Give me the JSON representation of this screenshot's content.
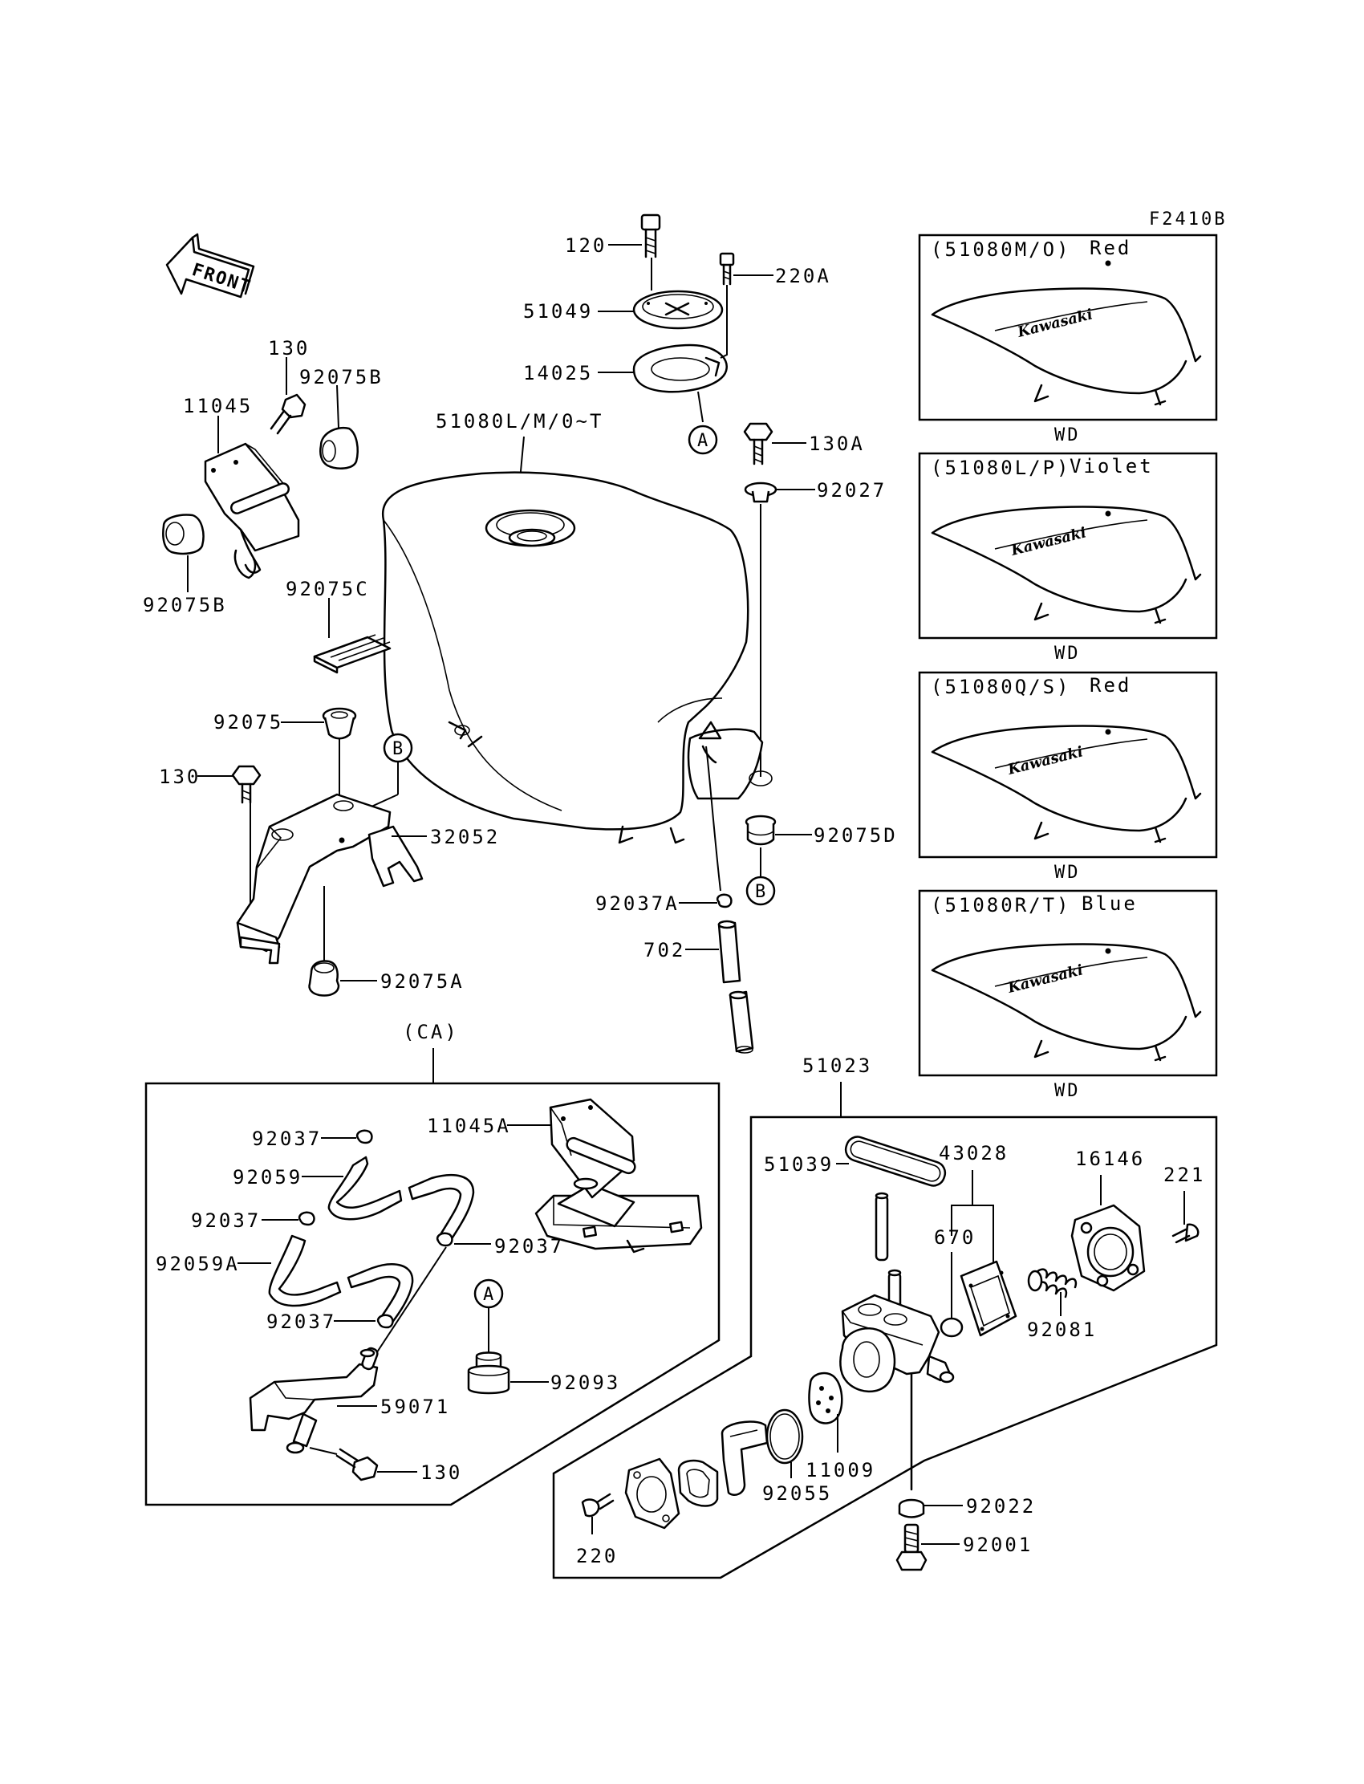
{
  "figure_code": "F2410B",
  "front_label": "FRONT",
  "variant_suffix": "WD",
  "variants": [
    {
      "code": "(51080M/O)",
      "color": "Red",
      "badge_text": "Kawasaki"
    },
    {
      "code": "(51080L/P)",
      "color": "Violet",
      "badge_text": "Kawasaki"
    },
    {
      "code": "(51080Q/S)",
      "color": "Red",
      "badge_text": "Kawasaki"
    },
    {
      "code": "(51080R/T)",
      "color": "Blue",
      "badge_text": "Kawasaki"
    }
  ],
  "callouts": {
    "ref_a": "A",
    "ref_b": "B"
  },
  "labels": {
    "p120": "120",
    "p220a": "220A",
    "p51049": "51049",
    "p14025": "14025",
    "p130a": "130A",
    "p92027": "92027",
    "p51080": "51080L/M/0~T",
    "p130_top": "130",
    "p92075b_top": "92075B",
    "p11045": "11045",
    "p92075b_bottom": "92075B",
    "p92075c": "92075C",
    "p92075": "92075",
    "p130_mid": "130",
    "p32052": "32052",
    "p92075a": "92075A",
    "p92075d": "92075D",
    "p92037a": "92037A",
    "p702": "702",
    "ca": "(CA)",
    "p92037_1": "92037",
    "p11045a": "11045A",
    "p92059": "92059",
    "p92037_2": "92037",
    "p92037_3": "92037",
    "p92059a": "92059A",
    "p92037_4": "92037",
    "p92093": "92093",
    "p59071": "59071",
    "p130_ca": "130",
    "p51023": "51023",
    "p51039": "51039",
    "p43028": "43028",
    "p16146": "16146",
    "p221": "221",
    "p670": "670",
    "p92081": "92081",
    "p11009": "11009",
    "p92055": "92055",
    "p92022": "92022",
    "p92001": "92001",
    "p220": "220"
  }
}
